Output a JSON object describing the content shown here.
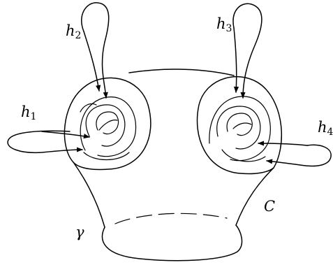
{
  "labels": {
    "h1": {
      "base": "h",
      "sub": "1"
    },
    "h2": {
      "base": "h",
      "sub": "2"
    },
    "h3": {
      "base": "h",
      "sub": "3"
    },
    "h4": {
      "base": "h",
      "sub": "4"
    },
    "C": "C",
    "gamma": "γ"
  },
  "colors": {
    "stroke": "#000000",
    "background": "#ffffff"
  }
}
